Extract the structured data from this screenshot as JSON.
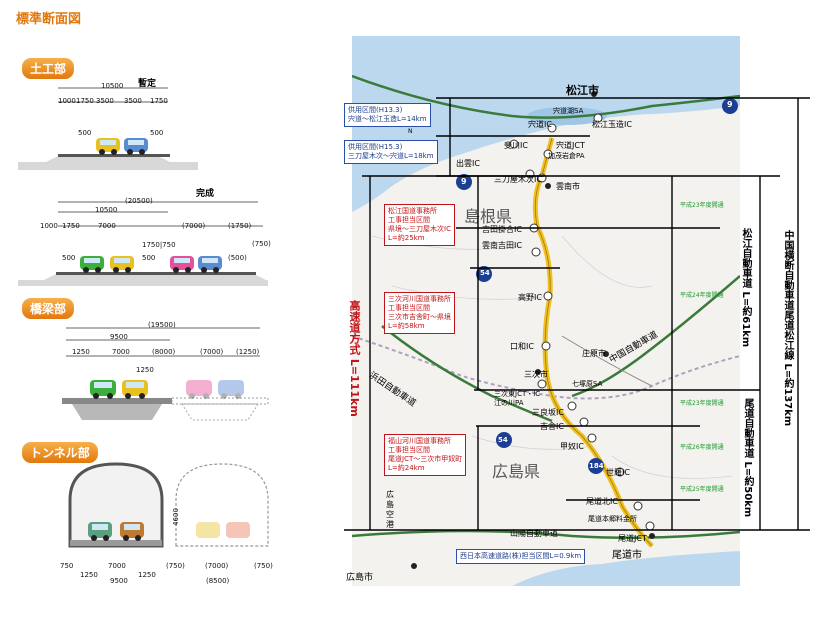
{
  "title": "標準断面図",
  "sections": {
    "earthwork": "土工部",
    "bridge": "橋梁部",
    "tunnel": "トンネル部"
  },
  "stages": {
    "provisional": "暫定",
    "complete": "完成"
  },
  "dims": {
    "e1_total": "10500",
    "e1_1000": "1000",
    "e1_1750a": "1750",
    "e1_3500a": "3500",
    "e1_3500b": "3500",
    "e1_1750b": "1750",
    "e1_500a": "500",
    "e1_500b": "500",
    "e2_total": "(20500)",
    "e2_10500": "10500",
    "e2_1000": "1000",
    "e2_1750": "1750",
    "e2_7000": "7000",
    "e2_1750_750": "1750|750",
    "e2_7000p": "(7000)",
    "e2_1750p": "(1750)",
    "e2_750p": "(750)",
    "e2_500a": "500",
    "e2_500b": "500",
    "e2_500p": "(500)",
    "b_total": "(19500)",
    "b_9500": "9500",
    "b_1250": "1250",
    "b_7000": "7000",
    "b_8000p": "(8000)",
    "b_7000p": "(7000)",
    "b_1250p": "(1250)",
    "b_1250v": "1250",
    "t_4600": "4600",
    "t_750": "750",
    "t_7000": "7000",
    "t_750p": "(750)",
    "t_7000p": "(7000)",
    "t_750p2": "(750)",
    "t_1250a": "1250",
    "t_9500": "9500",
    "t_1250b": "1250",
    "t_8500p": "(8500)"
  },
  "map": {
    "boxes": {
      "kyoyo1": [
        "供用区間(H13.3)",
        "宍道～松江玉造L=14km"
      ],
      "kyoyo2": [
        "供用区間(H15.3)",
        "三刀屋木次～宍道L=18km"
      ],
      "matsue": [
        "松江国道事務所",
        "工事担当区間",
        "県境～三刀屋木次IC",
        "L=約25km"
      ],
      "miyoshi": [
        "三次河川国道事務所",
        "工事担当区間",
        "三次市吉舎町～県境",
        "L=約58km"
      ],
      "fukuyama": [
        "福山河川国道事務所",
        "工事担当区間",
        "尾道JCT～三次市甲奴町",
        "L=約24km"
      ],
      "nexco": [
        "西日本高速道路(株)担当区間L=0.9km"
      ]
    },
    "places": {
      "matsue_city": "松江市",
      "shinjiko_sa": "宍道湖SA",
      "matsue_tamatsukuri_ic": "松江玉造IC",
      "shinji_ic": "宍道IC",
      "hikawa_ic": "斐川IC",
      "shinji_jct": "宍道JCT",
      "kamo_pa": "加茂岩倉PA",
      "izumo_ic": "出雲IC",
      "mitoya_ic": "三刀屋木次IC",
      "unnan_city": "雲南市",
      "shimane": "島根県",
      "yoshida_kakeai_ic": "吉田掛合IC",
      "unnan_yoshida_ic": "雲南吉田IC",
      "takano_ic": "高野IC",
      "kuchiwa_ic": "口和IC",
      "shobara_city": "庄原市",
      "chugoku_expwy": "中国自動車道",
      "hamada_expwy": "浜田自動車道",
      "miyoshi_city": "三次市",
      "nanamaru_pa": "七塚原SA",
      "miyoshi_jct": "三次東JCT・IC",
      "gonokawa_pa": "江の川PA",
      "mirasaka_ic": "三良坂IC",
      "kisa_ic": "吉舎IC",
      "konu_ic": "甲奴IC",
      "hiroshima": "広島県",
      "sera_ic": "世羅IC",
      "hiroshima_city": "広島市",
      "hiroshima_airport": "広島空港",
      "onomichi_kita_ic": "尾道北IC",
      "onomichi_kimotsuke": "尾道本郷料金所",
      "onomichi_jct": "尾道JCT",
      "onomichi_city": "尾道市",
      "sanyo_expwy": "山陽自動車道",
      "r9a": "9",
      "r9b": "9",
      "r54a": "54",
      "r54b": "54",
      "r184": "184",
      "n_mark": "N"
    },
    "open_notes": {
      "h23a": "平成23年度開通",
      "h24": "平成24年度開通",
      "h23b": "平成23年度開通",
      "h26": "平成26年度開通",
      "h25": "平成25年度開通"
    }
  },
  "side_labels": {
    "left_ring": "高速道方式 L=111km",
    "matsue_expwy": "松江自動車道 L=約61km",
    "onomichi_expwy": "尾道自動車道 L=約50km",
    "total": "中国横断自動車道尾道松江線 L=約137km"
  },
  "colors": {
    "accent_orange": "#e07a10",
    "red": "#c0141a",
    "blue": "#2a4fa8",
    "road_yellow": "#f0c020",
    "green": "#1f9a2f"
  }
}
